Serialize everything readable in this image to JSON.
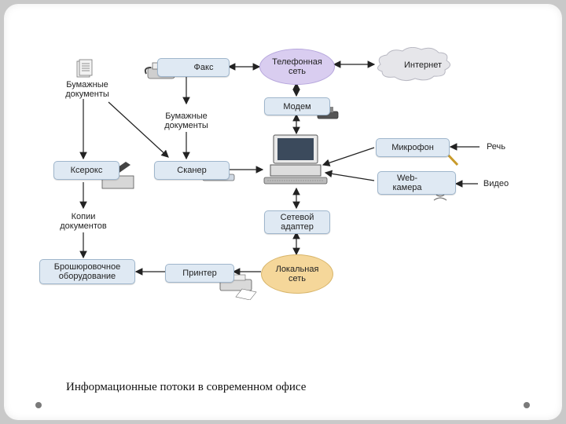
{
  "caption": "Информационные потоки в современном офисе",
  "nodes": {
    "fax": "Факс",
    "phone_net": "Телефонная\nсеть",
    "internet": "Интернет",
    "paper_docs_top": "Бумажные\nдокументы",
    "paper_docs_mid": "Бумажные\nдокументы",
    "modem": "Модем",
    "microphone": "Микрофон",
    "speech": "Речь",
    "xerox": "Ксерокс",
    "scanner": "Сканер",
    "webcam": "Web-\nкамера",
    "video": "Видео",
    "copies": "Копии\nдокументов",
    "net_adapter": "Сетевой\nадаптер",
    "binding": "Брошюровочное\nоборудование",
    "printer": "Принтер",
    "lan": "Локальная\nсеть"
  },
  "colors": {
    "box_fill": "#dfe9f3",
    "phone_oval": "#d9cdf0",
    "lan_oval": "#f5d79a",
    "cloud": "#e6e6ea"
  }
}
